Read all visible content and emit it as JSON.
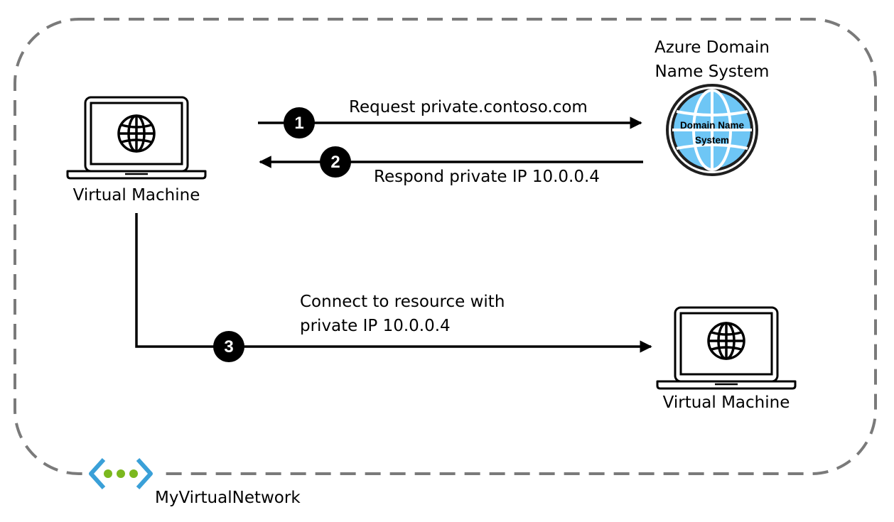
{
  "diagram": {
    "network": {
      "label": "MyVirtualNetwork",
      "icon": "virtual-network-icon",
      "border_color": "#7a7a7a",
      "icon_chevron_color": "#3aa0d8",
      "icon_dot_color": "#7bb81e"
    },
    "source_vm": {
      "label": "Virtual Machine",
      "icon": "laptop-globe-icon"
    },
    "target_vm": {
      "label": "Virtual Machine",
      "icon": "laptop-globe-icon"
    },
    "dns": {
      "title_line1": "Azure Domain",
      "title_line2": "Name System",
      "icon_text_line1": "Domain Name",
      "icon_text_line2": "System",
      "icon": "dns-globe-icon",
      "globe_color": "#6ec6f5"
    },
    "steps": [
      {
        "number": "1",
        "label": "Request private.contoso.com",
        "direction": "to-dns"
      },
      {
        "number": "2",
        "label": "Respond private IP 10.0.0.4",
        "direction": "to-vm"
      },
      {
        "number": "3",
        "label_line1": "Connect to resource with",
        "label_line2": "private IP 10.0.0.4",
        "direction": "to-target"
      }
    ]
  }
}
